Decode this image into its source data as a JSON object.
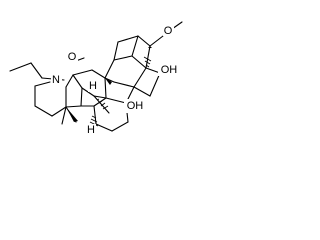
{
  "structure": {
    "labels": {
      "methoxy_top_right": "O",
      "hydroxyl_right": "OH",
      "methoxy_left": "O",
      "nitrogen": "N",
      "hydroxyl_bottom": "OH",
      "hydrogen_upper": "H",
      "hydrogen_lower": "H"
    }
  }
}
